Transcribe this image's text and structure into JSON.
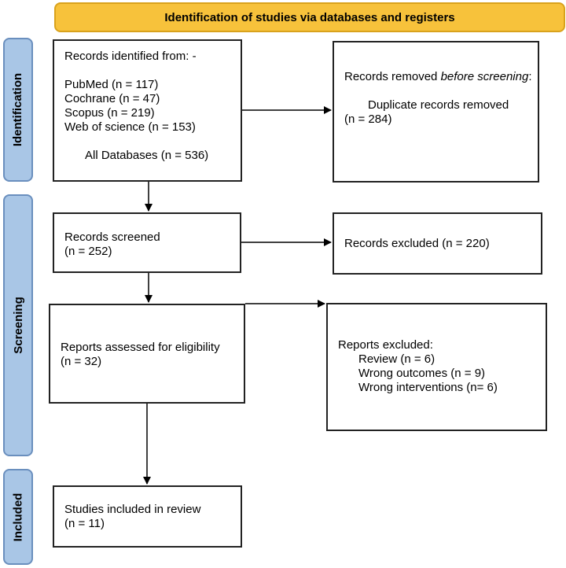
{
  "header": {
    "title": "Identification of studies via databases and registers"
  },
  "phases": {
    "identification": "Identification",
    "screening": "Screening",
    "included": "Included"
  },
  "identified": {
    "heading": "Records identified from: -",
    "pubmed": "PubMed (n = 117)",
    "cochrane": "Cochrane (n = 47)",
    "scopus": "Scopus (n = 219)",
    "wos": "Web of science (n = 153)",
    "all": "All Databases (n = 536)"
  },
  "removed": {
    "prefix": "Records removed ",
    "emphasis": "before screening",
    "suffix": ":",
    "duplicates": "Duplicate records removed",
    "count": "(n = 284)"
  },
  "screened": {
    "label": "Records screened",
    "count": "(n = 252)"
  },
  "excluded": {
    "label": "Records excluded (n = 220)"
  },
  "assessed": {
    "label": "Reports assessed for eligibility",
    "count": "(n = 32)"
  },
  "reports_excluded": {
    "heading": "Reports excluded:",
    "review": "Review (n = 6)",
    "outcomes": "Wrong outcomes (n = 9)",
    "interventions": "Wrong interventions (n= 6)"
  },
  "included": {
    "label": "Studies included in review",
    "count": "(n = 11)"
  }
}
